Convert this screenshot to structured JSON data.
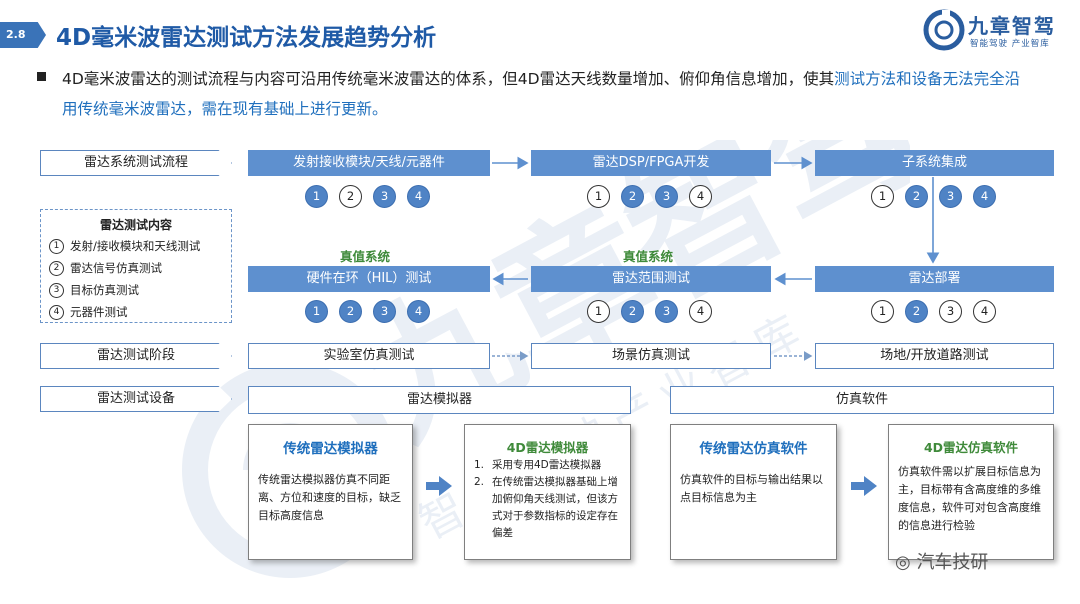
{
  "header": {
    "section_number": "2.8",
    "title": "4D毫米波雷达测试方法发展趋势分析",
    "logo": {
      "name": "九章智驾",
      "tagline": "智能驾驶 产业智库"
    }
  },
  "intro": {
    "normal": "4D毫米波雷达的测试流程与内容可沿用传统毫米波雷达的体系，但4D雷达天线数量增加、俯仰角信息增加，使其",
    "highlight": "测试方法和设备无法完全沿用传统毫米波雷达，需在现有基础上进行更新。"
  },
  "watermark": {
    "main": "九章智驾",
    "sub": "智能驾驶产业智库"
  },
  "row_labels": {
    "process": "雷达系统测试流程",
    "stage": "雷达测试阶段",
    "equipment": "雷达测试设备"
  },
  "legend": {
    "title": "雷达测试内容",
    "items": [
      {
        "num": "1",
        "text": "发射/接收模块和天线测试"
      },
      {
        "num": "2",
        "text": "雷达信号仿真测试"
      },
      {
        "num": "3",
        "text": "目标仿真测试"
      },
      {
        "num": "4",
        "text": "元器件测试"
      }
    ]
  },
  "process": {
    "top_row": [
      {
        "label": "发射接收模块/天线/元器件",
        "active": [
          true,
          false,
          true,
          true
        ]
      },
      {
        "label": "雷达DSP/FPGA开发",
        "active": [
          false,
          true,
          true,
          false
        ]
      },
      {
        "label": "子系统集成",
        "active": [
          false,
          true,
          true,
          true
        ]
      }
    ],
    "bottom_row": [
      {
        "label": "硬件在环（HIL）测试",
        "active": [
          true,
          true,
          true,
          true
        ]
      },
      {
        "label": "雷达范围测试",
        "active": [
          false,
          true,
          true,
          false
        ]
      },
      {
        "label": "雷达部署",
        "active": [
          false,
          true,
          false,
          false
        ]
      }
    ],
    "system_labels": [
      "真值系统",
      "真值系统"
    ]
  },
  "stages": [
    "实验室仿真测试",
    "场景仿真测试",
    "场地/开放道路测试"
  ],
  "equipment": {
    "simulator": "雷达模拟器",
    "software": "仿真软件",
    "panels": [
      {
        "title": "传统雷达模拟器",
        "body": "传统雷达模拟器仿真不同距离、方位和速度的目标，缺乏目标高度信息"
      },
      {
        "title": "4D雷达模拟器",
        "items": [
          {
            "num": "1.",
            "text": "采用专用4D雷达模拟器"
          },
          {
            "num": "2.",
            "text": "在传统雷达模拟器基础上增加俯仰角天线测试，但该方式对于参数指标的设定存在偏差"
          }
        ]
      },
      {
        "title": "传统雷达仿真软件",
        "body": "仿真软件的目标与输出结果以点目标信息为主"
      },
      {
        "title": "4D雷达仿真软件",
        "body": "仿真软件需以扩展目标信息为主，目标带有含高度维的多维度信息，软件可对包含高度维的信息进行检验"
      }
    ]
  },
  "footer": {
    "wechat": "汽车技研"
  },
  "colors": {
    "primary": "#5e90cf",
    "title_blue": "#1f5aa6",
    "green": "#3f8a3a",
    "highlight": "#1f6fbd"
  }
}
